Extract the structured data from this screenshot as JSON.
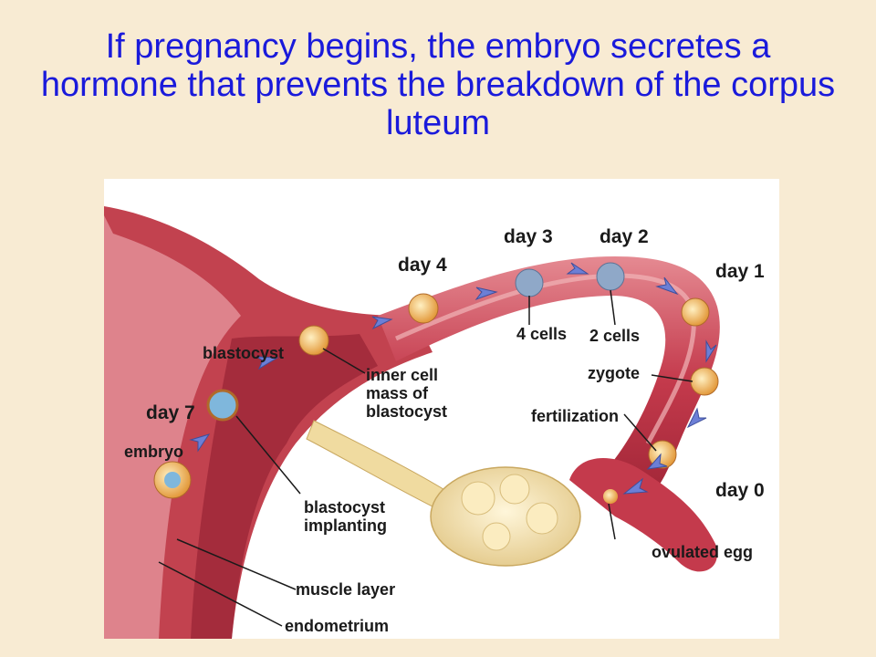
{
  "slide": {
    "title": "If pregnancy begins, the embryo secretes a hormone that prevents the breakdown of the corpus luteum"
  },
  "diagram": {
    "labels": {
      "day3": "day 3",
      "day2": "day 2",
      "day4": "day 4",
      "day1": "day 1",
      "four_cells": "4 cells",
      "two_cells": "2 cells",
      "blastocyst": "blastocyst",
      "inner_cell_mass_line1": "inner cell",
      "inner_cell_mass_line2": "mass of",
      "inner_cell_mass_line3": "blastocyst",
      "zygote": "zygote",
      "day7": "day 7",
      "fertilization": "fertilization",
      "embryo": "embryo",
      "day0": "day 0",
      "blastocyst_implanting_line1": "blastocyst",
      "blastocyst_implanting_line2": "implanting",
      "ovulated_egg": "ovulated egg",
      "muscle_layer": "muscle layer",
      "endometrium": "endometrium"
    },
    "colors": {
      "tissue": "#d14a5a",
      "tissue_dark": "#a3283a",
      "tissue_light": "#f0a3a8",
      "ovary": "#f3e2b0",
      "cell": "#f3c77a",
      "arrow": "#6c7fd6"
    }
  }
}
